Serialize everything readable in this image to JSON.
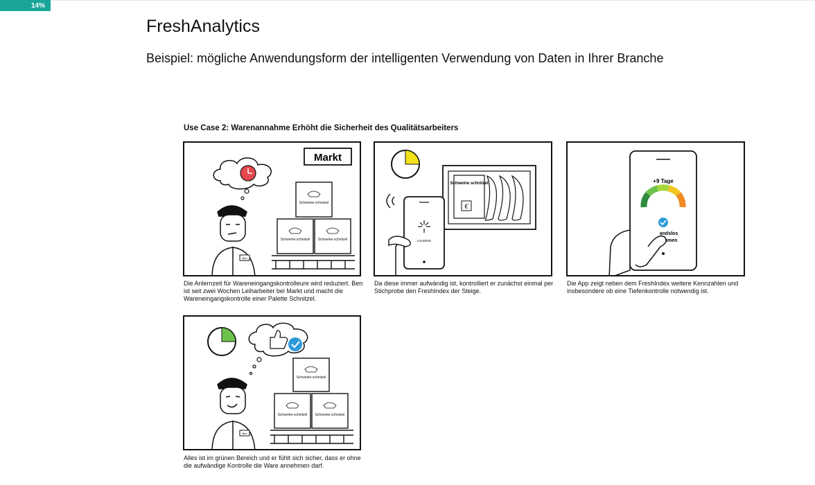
{
  "progress": {
    "label": "14%",
    "value": 0.14,
    "color": "#1aa59a"
  },
  "page": {
    "title": "FreshAnalytics",
    "subtitle": "Beispiel: mögliche Anwendungsform der intelligenten Verwendung von Daten in Ihrer Branche"
  },
  "figure": {
    "heading": "Use Case 2: Warenannahme Erhöht die Sicherheit des Qualitätsarbeiters",
    "panels": [
      {
        "caption": "Die Anlernzeit für Wareneingangskontrolleure wird reduziert. Ben ist seit zwei Wochen Leiharbeiter bei Markt und macht die Wareneingangskontrolle einer Palette Schnitzel.",
        "sign": "Markt",
        "box_label": "Schweine-schnitzel",
        "badge": "Ben"
      },
      {
        "caption": "Da diese immer aufwändig ist, kontrolliert er zunächst einmal per Stichprobe den FreshIndex der Steige.",
        "tray_label": "Schweine schnitzel",
        "loading": "LOADING"
      },
      {
        "caption": "Die App zeigt neben dem FreshIndex weitere Kennzahlen und insbesondere ob eine Tiefenkontrolle notwendig ist.",
        "days": "+9 Tage",
        "status_line1": "andslos",
        "status_line2": "ommen"
      },
      {
        "caption": "Alles ist im grünen Bereich und er fühlt sich sicher, dass er ohne die aufwändige Kontrolle die Ware annehmen darf.",
        "box_label": "Schweine-schnitzel",
        "badge": "Ben"
      }
    ]
  },
  "colors": {
    "clock_red": "#e5484d",
    "clock_yellow": "#f2e21a",
    "clock_green": "#6cc24a",
    "check_blue": "#2d9ad8"
  }
}
